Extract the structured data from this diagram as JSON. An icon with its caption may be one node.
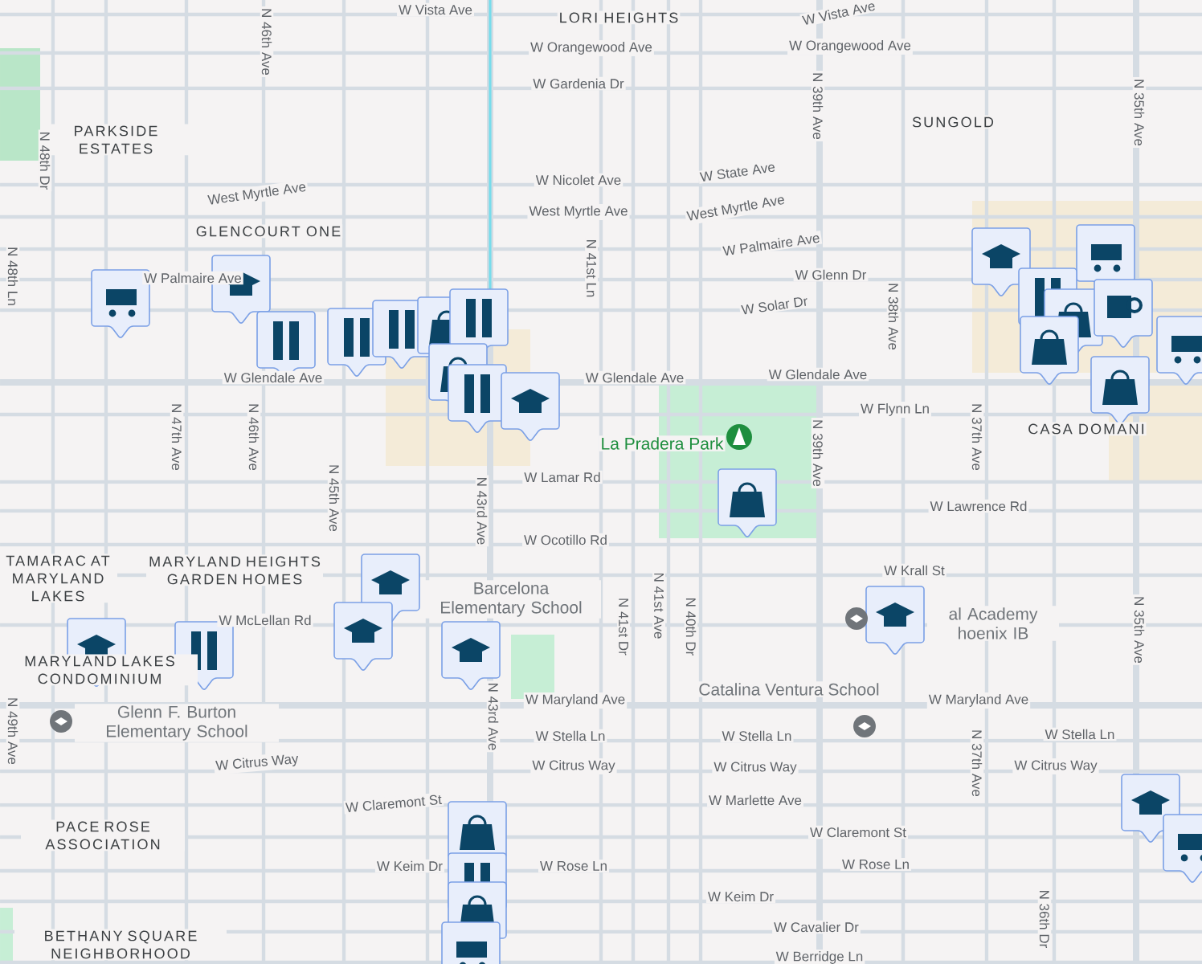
{
  "diagram": {
    "labels": [
      "W Vista Ave",
      "LORI HEIGHTS",
      "W Vista Ave",
      "N 46th Ave",
      "W Orangewood Ave",
      "W Orangewood Ave",
      "W Gardenia Dr",
      "PARKSIDE ESTATES",
      "SUNGOLD",
      "N 39th Ave",
      "N 35th Ave",
      "N 48th Dr",
      "W Nicolet Ave",
      "W State Ave",
      "West Myrtle Ave",
      "West Myrtle Ave",
      "West Myrtle Ave",
      "N 41st Ln",
      "GLENCOURT ONE",
      "W Palmaire Ave",
      "N 48th Ln",
      "W Palmaire Ave",
      "W Glenn Dr",
      "W Solar Dr",
      "N 38th Ave",
      "W Glendale Ave",
      "W Glendale Ave",
      "W Glendale Ave",
      "W Flynn Ln",
      "N 47th Ave",
      "N 46th Ave",
      "CASA DOMANI",
      "La Pradera Park",
      "N 39th Ave",
      "N 37th Ave",
      "N 43rd Ave",
      "W Lamar Rd",
      "N 45th Ave",
      "W Lawrence Rd",
      "W Ocotillo Rd",
      "N 35th Ave",
      "MARYLAND HEIGHTS GARDEN HOMES",
      "TAMARAC AT MARYLAND LAKES",
      "W Krall St",
      "N 41st Dr",
      "N 41st Ave",
      "N 40th Dr",
      "Barcelona Elementary School",
      "W McLellan Rd",
      "al Academy hoenix IB",
      "MARYLAND LAKES CONDOMINIUM",
      "N 49th Ave",
      "Glenn F. Burton Elementary School",
      "W Maryland Ave",
      "Catalina Ventura School",
      "W Maryland Ave",
      "N 37th Ave",
      "N 43rd Ave",
      "W Stella Ln",
      "W Stella Ln",
      "W Stella Ln",
      "W Citrus Way",
      "W Citrus Way",
      "W Citrus Way",
      "W Citrus Way",
      "W Marlette Ave",
      "PACE ROSE ASSOCIATION",
      "W Claremont St",
      "W Claremont St",
      "W Keim Dr",
      "W Rose Ln",
      "W Rose Ln",
      "W Keim Dr",
      "W Cavalier Dr",
      "BETHANY SQUARE NEIGHBORHOOD",
      "W Berridge Ln",
      "N 36th Dr"
    ]
  }
}
